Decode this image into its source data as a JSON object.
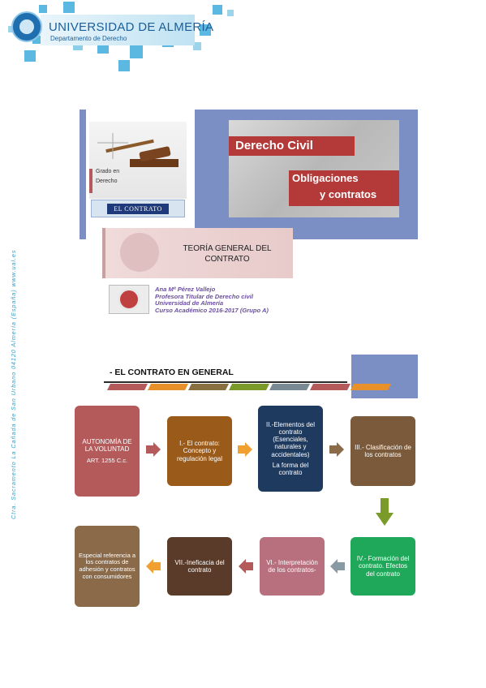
{
  "header": {
    "university": "UNIVERSIDAD DE ALMERÍA",
    "department": "Departamento de Derecho"
  },
  "side_text": "Ctra. Sacramento La Cañada de San Urbano 04120 Almería (España) www.ual.es",
  "cover": {
    "photo_caption_1": "Grado en",
    "photo_caption_2": "Derecho",
    "el_contrato_label": "EL CONTRATO",
    "banner_line1": "Derecho Civil",
    "banner_line2": "Obligaciones",
    "banner_line3": "y contratos",
    "teoria_title_line1": "TEORÍA GENERAL DEL",
    "teoria_title_line2": "CONTRATO"
  },
  "author": {
    "name": "Ana Mª Pérez Vallejo",
    "position": "Profesora Titular de Derecho civil",
    "university": "Universidad de Almería",
    "course": "Curso Académico 2016-2017 (Grupo A)"
  },
  "section": {
    "title": "- EL CONTRATO EN GENERAL"
  },
  "colors": {
    "accent_blue": "#7b8fc4",
    "light_blue": "#5bb8e0",
    "rose": "#b45a5a",
    "brown": "#9a5a1a",
    "navy": "#1f3a5f",
    "tan": "#7a5a3a",
    "green": "#1fa85a",
    "mauve": "#b8707e",
    "dark_brown": "#5a3a28",
    "beige": "#8a6a48",
    "orange": "#f0a030",
    "olive": "#7a9a2a"
  },
  "flow": {
    "box1_line1": "AUTONOMÍA DE LA VOLUNTAD",
    "box1_line2": "ART. 1255 C.c.",
    "box2": "I.- El contrato: Concepto y regulación legal",
    "box3_line1": "II.-Elementos del contrato (Esenciales, naturales y accidentales)",
    "box3_line2": "La forma del contrato",
    "box4": "III.- Clasificación de los contratos",
    "box5": "IV.- Formación del contrato. Efectos del contrato",
    "box6": "VI.- Interpretación de los contratos-",
    "box7": "VII.-Ineficacia del contrato",
    "box8": "Especial referencia a los contratos de adhesión y contratos con consumidores"
  }
}
